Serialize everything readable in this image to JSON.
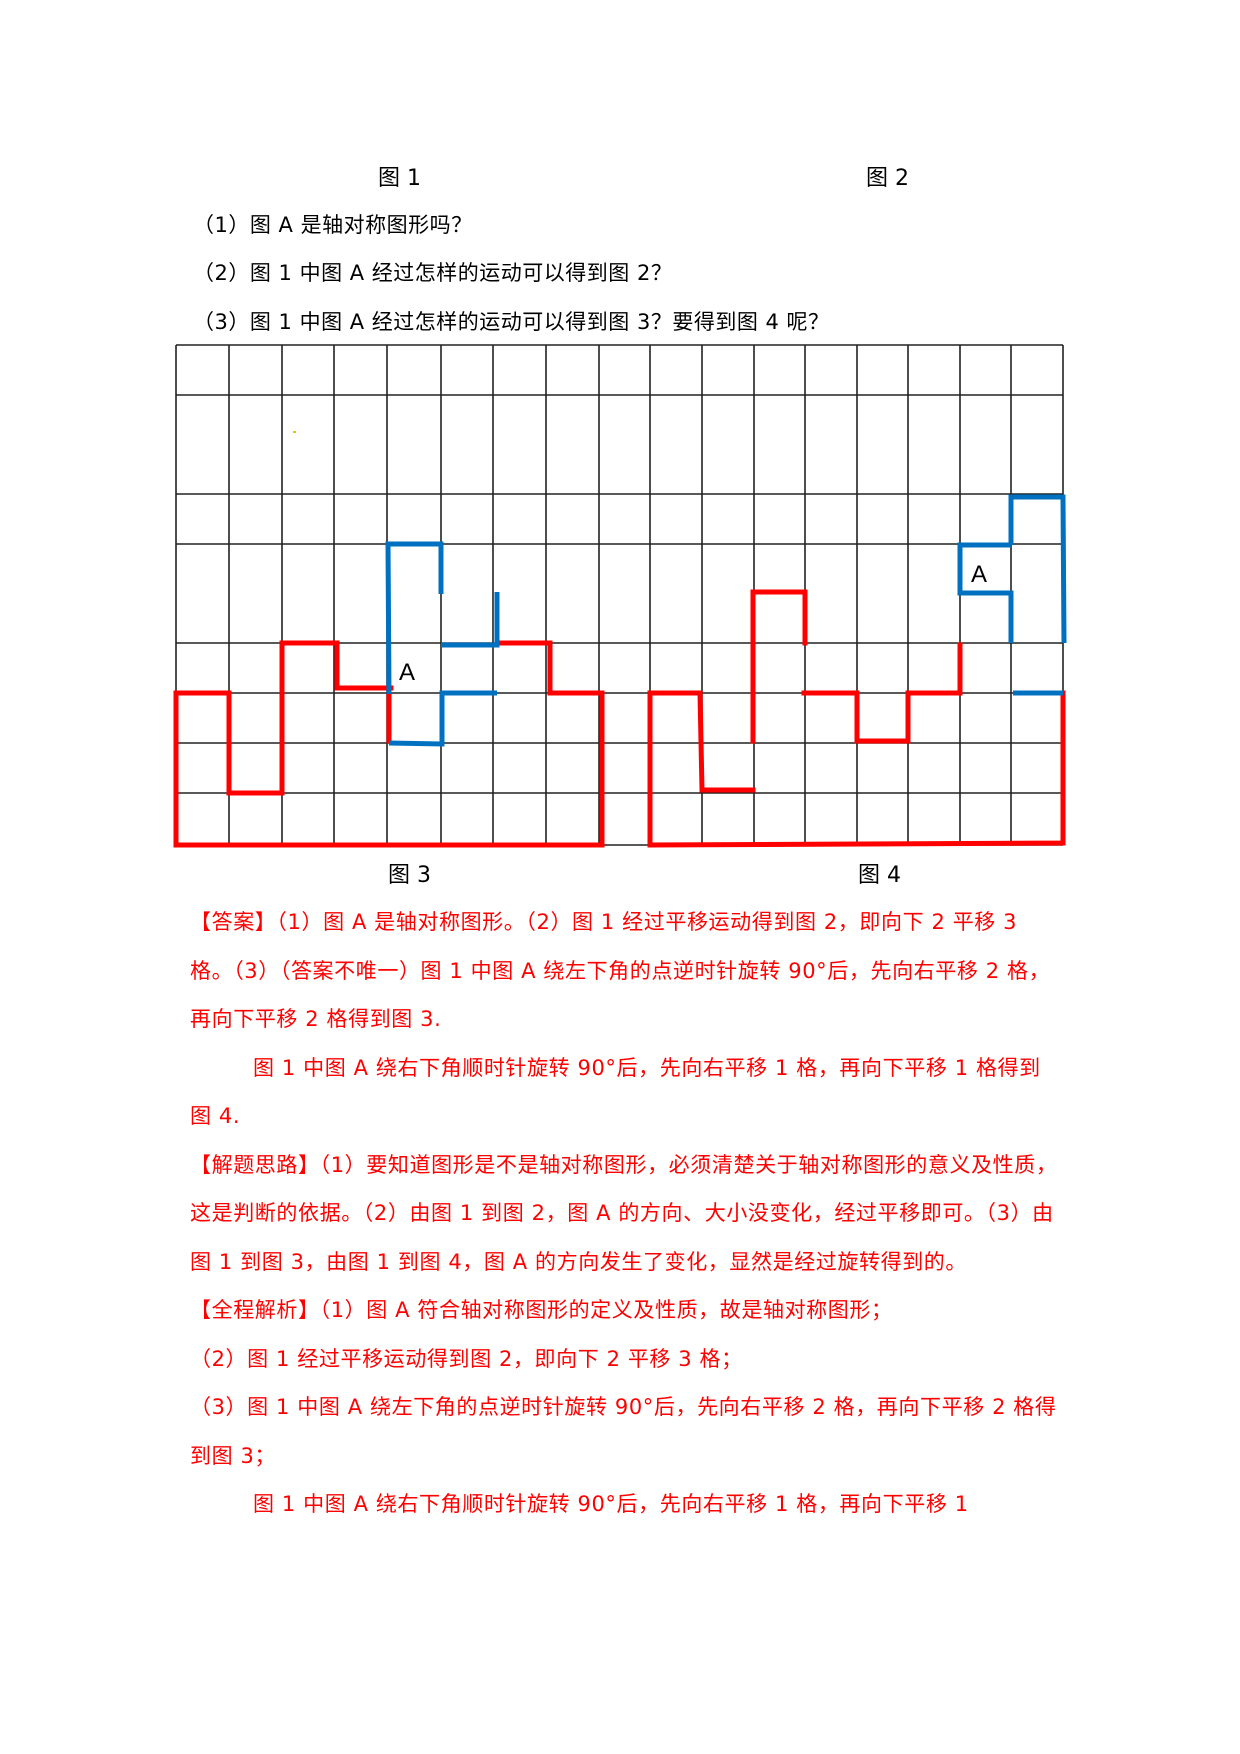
{
  "figure_labels": {
    "fig1": "图 1",
    "fig2": "图 2",
    "fig3": "图 3",
    "fig4": "图 4"
  },
  "questions": [
    "（1）图 A 是轴对称图形吗？",
    "（2）图 1 中图 A 经过怎样的运动可以得到图 2？",
    "（3）图 1 中图 A 经过怎样的运动可以得到图 3？要得到图 4 呢？"
  ],
  "grid": {
    "columns": 17,
    "col_lines_x": [
      176,
      229,
      282,
      334,
      387,
      441,
      493,
      546,
      599,
      650,
      702,
      754,
      805,
      857,
      908,
      960,
      1011,
      1063
    ],
    "row_lines_y": [
      345,
      395,
      494,
      544,
      643,
      693,
      743,
      793,
      845
    ],
    "shape_label": "A",
    "colors": {
      "grid": "#000000",
      "red": "#ff0000",
      "blue": "#0070c0"
    }
  },
  "answer": {
    "heading": "【答案】",
    "lines": [
      "（1）图 A 是轴对称图形。（2）图 1 经过平移运动得到图 2，即向下 2 平移 3 格。（3）（答案不唯一）图 1 中图 A 绕左下角的点逆时针旋转 90°后，先向右平移 2 格，再向下平移 2 格得到图 3.",
      "图 1 中图 A 绕右下角顺时针旋转 90°后，先向右平移 1 格，再向下平移 1 格得到图 4."
    ]
  },
  "approach": {
    "heading": "【解题思路】",
    "text": "（1）要知道图形是不是轴对称图形，必须清楚关于轴对称图形的意义及性质，这是判断的依据。（2）由图 1 到图 2，图 A 的方向、大小没变化，经过平移即可。（3）由图 1 到图 3，由图 1 到图 4，图 A 的方向发生了变化，显然是经过旋转得到的。"
  },
  "analysis": {
    "heading": "【全程解析】",
    "lines": [
      "（1）图 A 符合轴对称图形的定义及性质，故是轴对称图形；",
      "（2）图 1 经过平移运动得到图 2，即向下 2 平移 3 格；",
      "（3）图 1 中图 A 绕左下角的点逆时针旋转 90°后，先向右平移 2 格，再向下平移 2 格得到图 3；",
      "图 1 中图 A 绕右下角顺时针旋转 90°后，先向右平移 1 格，再向下平移 1"
    ]
  }
}
